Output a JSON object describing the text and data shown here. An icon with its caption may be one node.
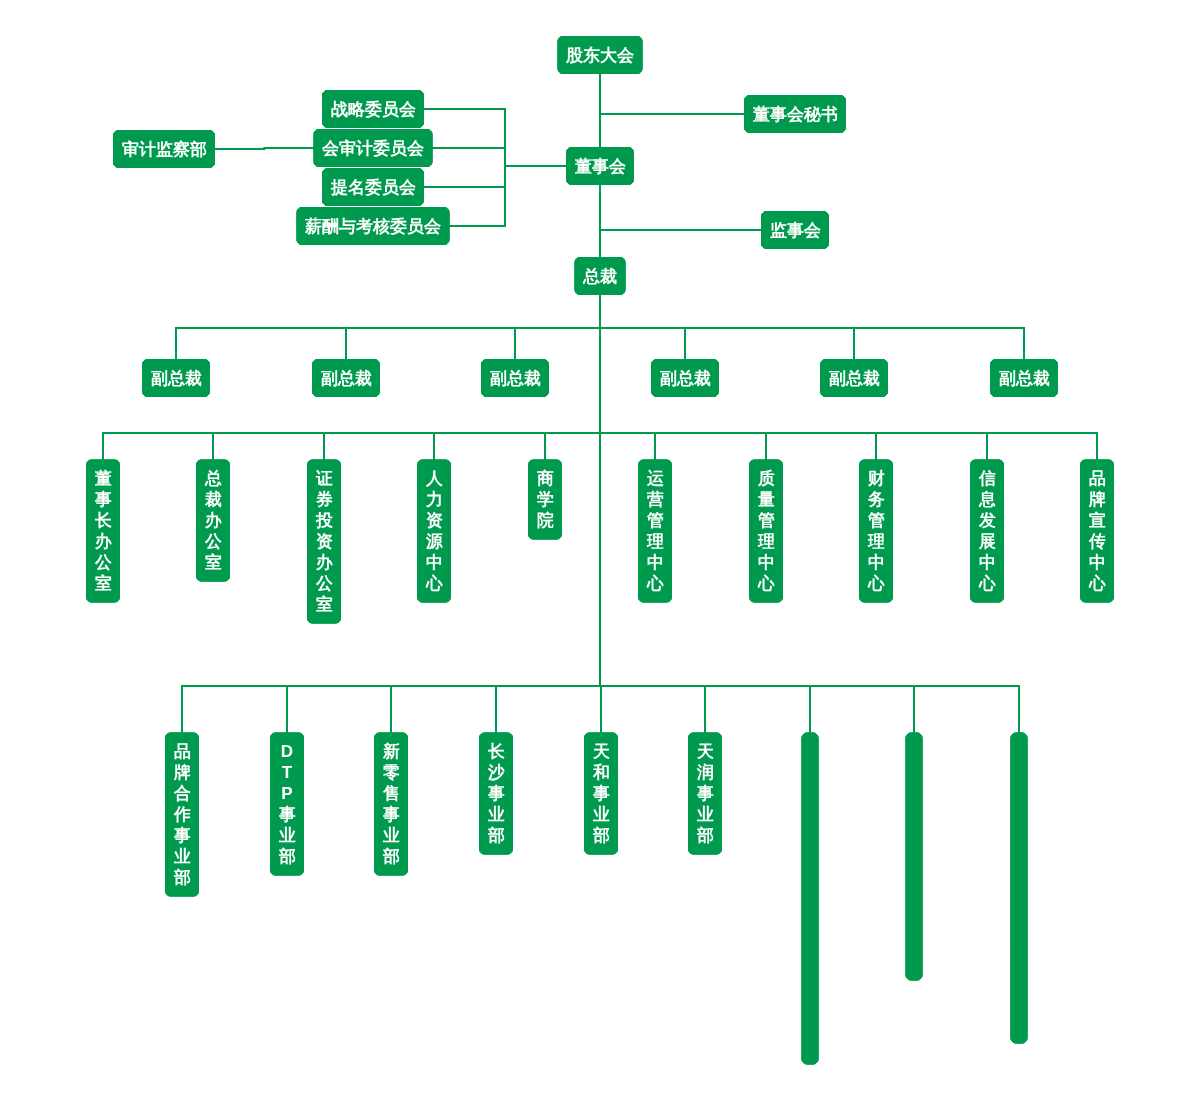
{
  "diagram": {
    "nodes": [
      {
        "text": [
          "股东大会"
        ]
      },
      {
        "text": [
          "董事会秘书"
        ]
      },
      {
        "text": [
          "董事会"
        ]
      },
      {
        "text": [
          "战略委员会"
        ]
      },
      {
        "text": [
          "会审计委员会"
        ]
      },
      {
        "text": [
          "提名委员会"
        ]
      },
      {
        "text": [
          "薪酬与考核委员会"
        ]
      },
      {
        "text": [
          "审计监察部"
        ]
      },
      {
        "text": [
          "监事会"
        ]
      },
      {
        "text": [
          "总裁"
        ]
      },
      {
        "text": [
          "副总裁"
        ]
      },
      {
        "text": [
          "副总裁"
        ]
      },
      {
        "text": [
          "副总裁"
        ]
      },
      {
        "text": [
          "副总裁"
        ]
      },
      {
        "text": [
          "副总裁"
        ]
      },
      {
        "text": [
          "副总裁"
        ]
      },
      {
        "text": [
          "董事长办公室"
        ]
      },
      {
        "text": [
          "总裁办公室"
        ]
      },
      {
        "text": [
          "证券投资办公室"
        ]
      },
      {
        "text": [
          "人力资源中心"
        ]
      },
      {
        "text": [
          "商学院"
        ]
      },
      {
        "text": [
          "运营管理中心"
        ]
      },
      {
        "text": [
          "质量管理中心"
        ]
      },
      {
        "text": [
          "财务管理中心"
        ]
      },
      {
        "text": [
          "信息发展中心"
        ]
      },
      {
        "text": [
          "品牌宣传中心"
        ]
      },
      {
        "text": [
          "品牌合作事业部"
        ]
      },
      {
        "text": [
          "DTP事业部"
        ]
      },
      {
        "text": [
          "新零售事业部"
        ]
      },
      {
        "text": [
          "长沙事业部"
        ]
      },
      {
        "text": [
          "天和事业部"
        ]
      },
      {
        "text": [
          "天润事业部"
        ]
      },
      {
        "text": [],
        "shape": "box"
      },
      {
        "text": [],
        "shape": "box"
      },
      {
        "text": [],
        "shape": "box"
      }
    ],
    "edges": [
      {
        "from": 0,
        "to": 1,
        "arrow": "none"
      },
      {
        "from": 0,
        "to": 2,
        "arrow": "none"
      },
      {
        "from": 2,
        "to": 3,
        "arrow": "none"
      },
      {
        "from": 2,
        "to": 4,
        "arrow": "none"
      },
      {
        "from": 2,
        "to": 5,
        "arrow": "none"
      },
      {
        "from": 2,
        "to": 6,
        "arrow": "none"
      },
      {
        "from": 4,
        "to": 7,
        "arrow": "none"
      },
      {
        "from": 2,
        "to": 8,
        "arrow": "none"
      },
      {
        "from": 2,
        "to": 9,
        "arrow": "none"
      },
      {
        "from": 9,
        "to": 10,
        "arrow": "none"
      },
      {
        "from": 9,
        "to": 11,
        "arrow": "none"
      },
      {
        "from": 9,
        "to": 12,
        "arrow": "none"
      },
      {
        "from": 9,
        "to": 13,
        "arrow": "none"
      },
      {
        "from": 9,
        "to": 14,
        "arrow": "none"
      },
      {
        "from": 9,
        "to": 15,
        "arrow": "none"
      },
      {
        "from": 9,
        "to": 16,
        "arrow": "none"
      },
      {
        "from": 9,
        "to": 17,
        "arrow": "none"
      },
      {
        "from": 9,
        "to": 18,
        "arrow": "none"
      },
      {
        "from": 9,
        "to": 19,
        "arrow": "none"
      },
      {
        "from": 9,
        "to": 20,
        "arrow": "none"
      },
      {
        "from": 9,
        "to": 21,
        "arrow": "none"
      },
      {
        "from": 9,
        "to": 22,
        "arrow": "none"
      },
      {
        "from": 9,
        "to": 23,
        "arrow": "none"
      },
      {
        "from": 9,
        "to": 24,
        "arrow": "none"
      },
      {
        "from": 9,
        "to": 25,
        "arrow": "none"
      },
      {
        "from": 9,
        "to": 26,
        "arrow": "none"
      },
      {
        "from": 9,
        "to": 27,
        "arrow": "none"
      },
      {
        "from": 9,
        "to": 28,
        "arrow": "none"
      },
      {
        "from": 9,
        "to": 29,
        "arrow": "none"
      },
      {
        "from": 9,
        "to": 30,
        "arrow": "none"
      },
      {
        "from": 9,
        "to": 31,
        "arrow": "none"
      },
      {
        "from": 9,
        "to": 32,
        "arrow": "none"
      },
      {
        "from": 9,
        "to": 33,
        "arrow": "none"
      },
      {
        "from": 9,
        "to": 34,
        "arrow": "none"
      }
    ]
  }
}
